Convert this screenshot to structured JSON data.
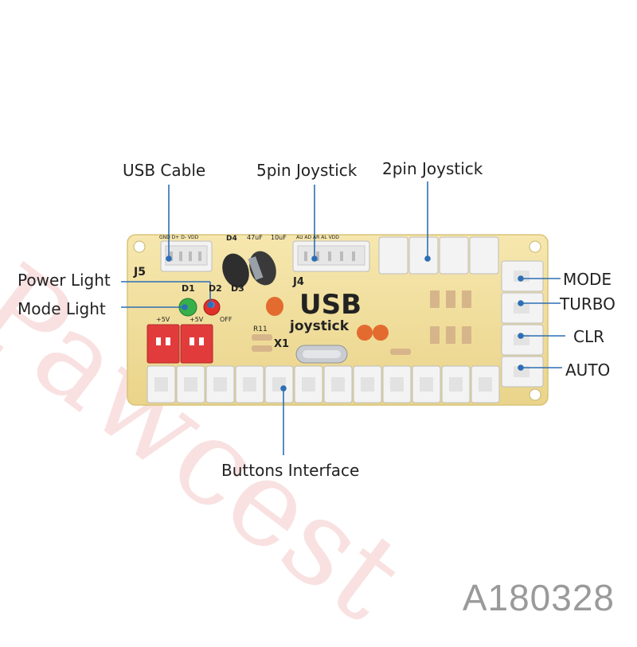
{
  "callouts": {
    "usb_cable": "USB Cable",
    "pin5_joystick": "5pin Joystick",
    "pin2_joystick": "2pin Joystick",
    "power_light": "Power Light",
    "mode_light": "Mode Light",
    "mode": "MODE",
    "turbo": "TURBO",
    "clr": "CLR",
    "auto": "AUTO",
    "buttons_interface": "Buttons Interface"
  },
  "board": {
    "title": "USB",
    "subtitle": "joystick",
    "j5": "J5",
    "j4": "J4",
    "x1": "X1",
    "d1": "D1",
    "d2": "D2",
    "d3": "D3",
    "d4": "D4",
    "r11": "R11",
    "cap1": "47uF",
    "cap2": "10uF",
    "pwr1": "+5V",
    "pwr2": "+5V",
    "off": "OFF",
    "usb_pins": "GND D+ D- VDD",
    "j4_pins": "AU AD AR AL VDD"
  },
  "image_code": "A180328",
  "watermark": "Pawcest",
  "colors": {
    "board": "#f1df9c",
    "connector": "#f2f2f2",
    "callout_line": "#2d6fb4",
    "led_green": "#38b04a",
    "led_red": "#e0302a",
    "red_connector": "#e23b3b"
  }
}
